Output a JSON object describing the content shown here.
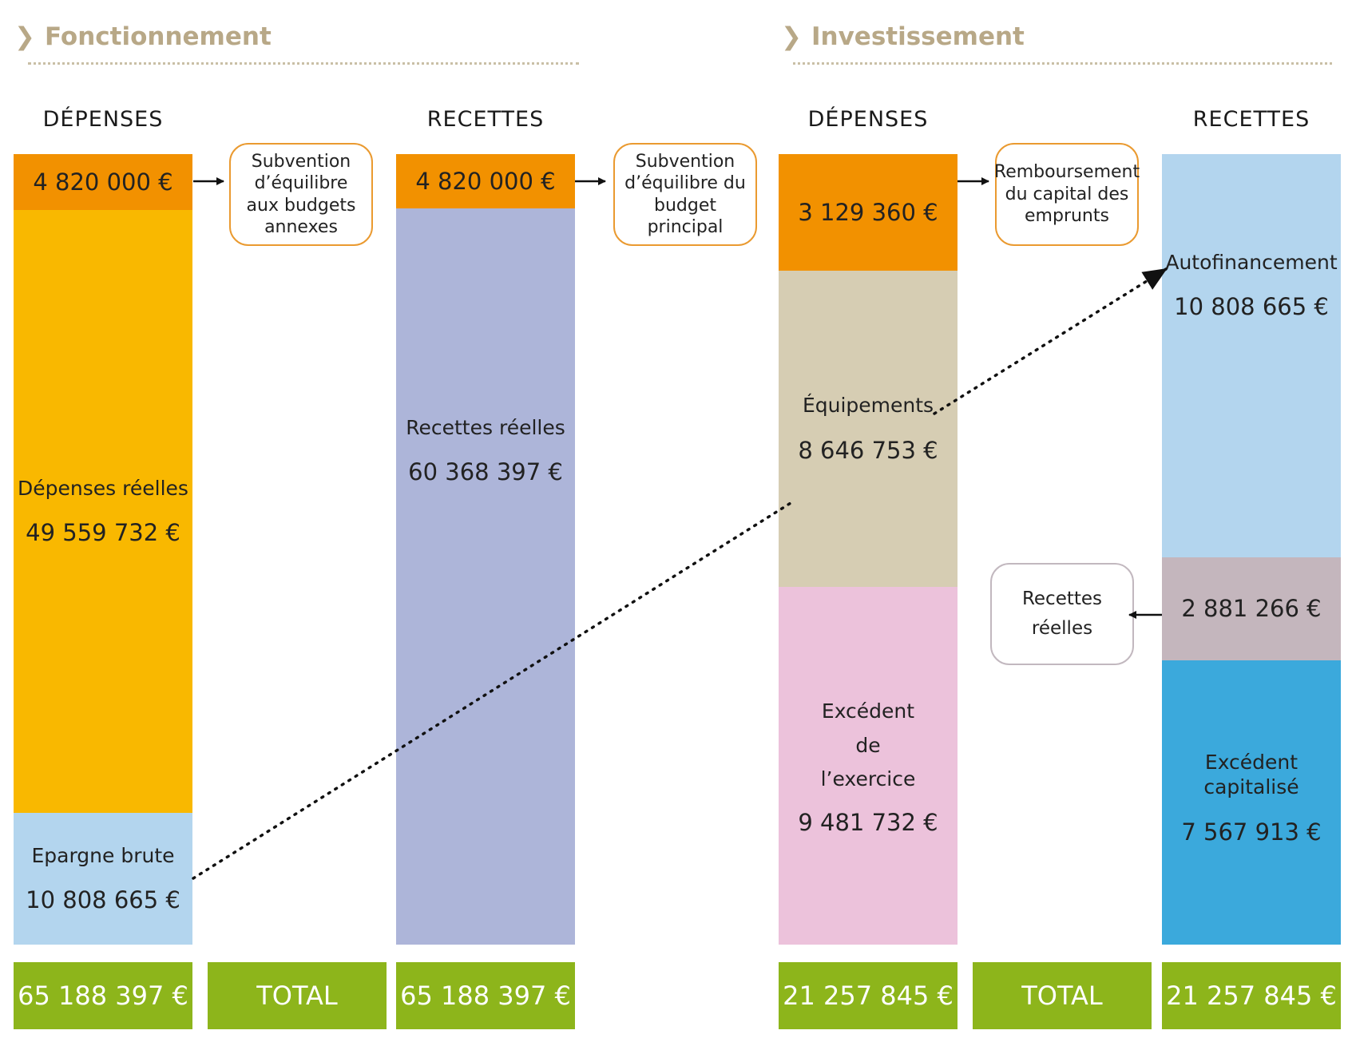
{
  "sections": {
    "fonctionnement": "Fonctionnement",
    "investissement": "Investissement"
  },
  "fonctionnement": {
    "depenses": {
      "heading": "DÉPENSES",
      "top": "4 820 000 €",
      "reelles_label": "Dépenses réelles",
      "reelles_value": "49 559 732 €",
      "epargne_label": "Epargne brute",
      "epargne_value": "10 808 665 €",
      "total": "65 188 397 €"
    },
    "note_budgets_annexes": "Subvention d’équilibre aux budgets annexes",
    "recettes": {
      "heading": "RECETTES",
      "top": "4 820 000 €",
      "reelles_label": "Recettes réelles",
      "reelles_value": "60 368 397 €",
      "total": "65 188 397 €"
    },
    "note_budget_principal": "Subvention d’équilibre du budget principal",
    "total_label": "TOTAL"
  },
  "investissement": {
    "depenses": {
      "heading": "DÉPENSES",
      "top": "3 129 360 €",
      "equipements_label": "Équipements",
      "equipements_value": "8 646 753 €",
      "excedent_label": "Excédent de l’exercice",
      "excedent_value": "9 481 732 €",
      "total": "21 257 845 €"
    },
    "note_remboursement": "Remboursement du capital des emprunts",
    "recettes": {
      "heading": "RECETTES",
      "autofinancement_label": "Autofinancement",
      "autofinancement_value": "10 808 665 €",
      "middle_value": "2 881 266 €",
      "excedent_label": "Excédent capitalisé",
      "excedent_value": "7 567 913 €",
      "total": "21 257 845 €"
    },
    "note_recettes_reelles": "Recettes réelles",
    "total_label": "TOTAL"
  },
  "colors": {
    "orange": "#f29100",
    "yellow": "#f9b800",
    "light_blue": "#b3d5ee",
    "lavender": "#adb5d9",
    "beige": "#d6cdb3",
    "pink": "#ecc2db",
    "mauve": "#c4b6bd",
    "blue": "#3ba9dc",
    "green": "#8db51b",
    "title": "#b8a887"
  }
}
